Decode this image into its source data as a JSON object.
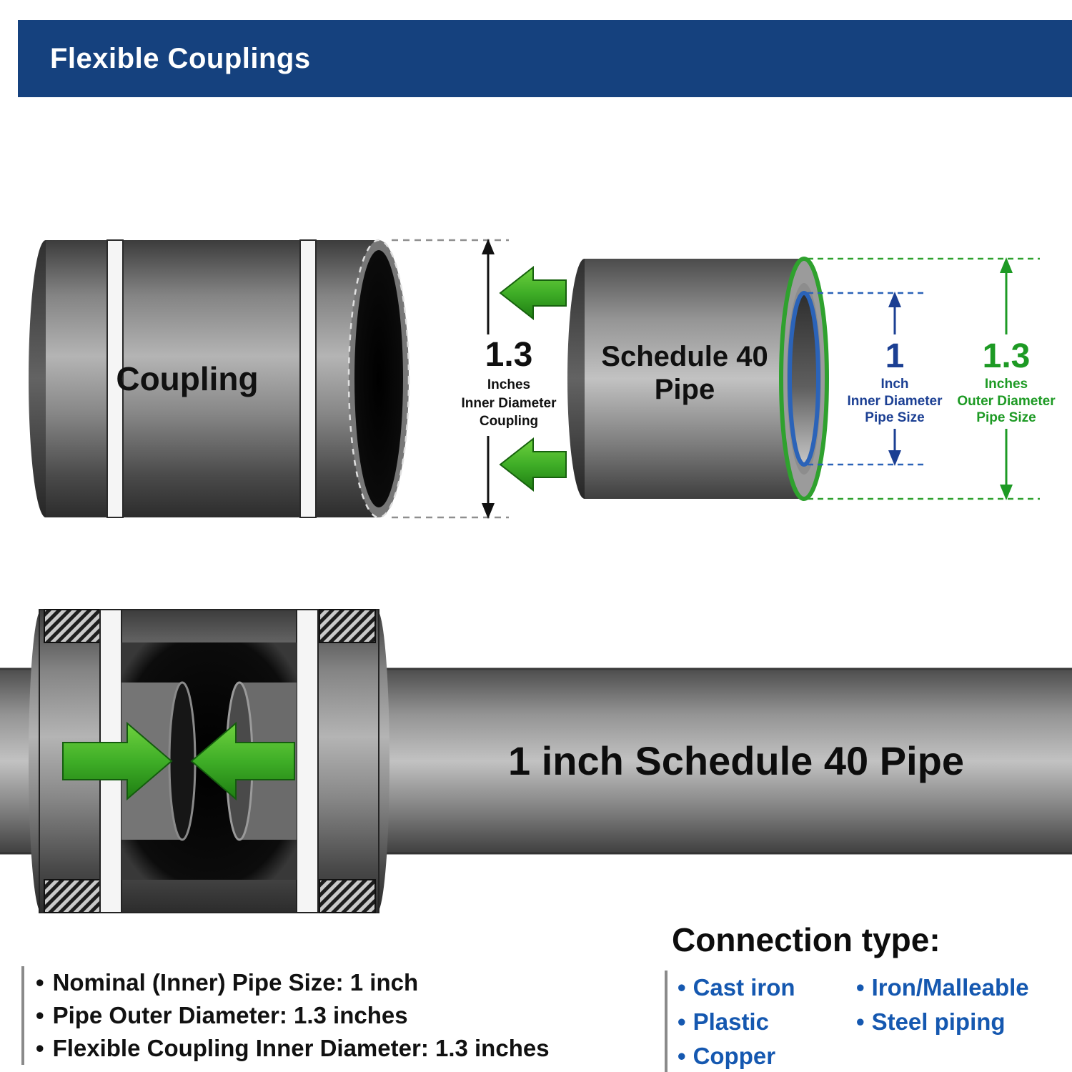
{
  "header": {
    "title": "Flexible Couplings"
  },
  "top_diagram": {
    "coupling_label": "Coupling",
    "coupling_inner_diameter": {
      "value": "1.3",
      "unit": "Inches",
      "desc_line1": "Inner Diameter",
      "desc_line2": "Coupling"
    },
    "pipe_label": {
      "line1": "Schedule 40",
      "line2": "Pipe"
    },
    "pipe_inner_diameter": {
      "value": "1",
      "unit": "Inch",
      "desc_line1": "Inner Diameter",
      "desc_line2": "Pipe Size"
    },
    "pipe_outer_diameter": {
      "value": "1.3",
      "unit": "Inches",
      "desc_line1": "Outer Diameter",
      "desc_line2": "Pipe Size"
    }
  },
  "middle_diagram": {
    "caption": "1 inch Schedule 40 Pipe"
  },
  "specs": {
    "items": [
      "Nominal (Inner) Pipe Size: 1 inch",
      "Pipe Outer Diameter: 1.3 inches",
      "Flexible Coupling Inner Diameter: 1.3 inches"
    ]
  },
  "connection": {
    "heading": "Connection type:",
    "column1": [
      "Cast iron",
      "Plastic",
      "Copper"
    ],
    "column2": [
      "Iron/Malleable",
      "Steel piping"
    ]
  },
  "colors": {
    "header_bg": "#15417e",
    "arrow_green": "#3fae27",
    "measure_green": "#1d9a24",
    "measure_blue": "#1b3f93",
    "list_blue": "#1558b0"
  }
}
